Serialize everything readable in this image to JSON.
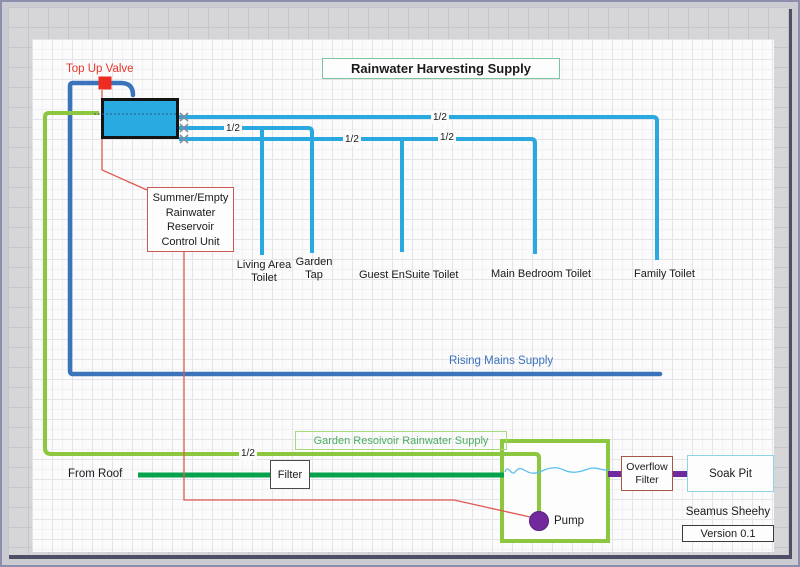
{
  "page": {
    "title": "Rainwater Harvesting Supply",
    "author": "Seamus Sheehy",
    "version": "Version 0.1"
  },
  "labels": {
    "top_up_valve": "Top Up Valve",
    "rising_mains": "Rising Mains Supply",
    "from_roof": "From Roof",
    "garden_supply": "Garden Resoivoir Rainwater Supply",
    "pump": "Pump",
    "filter": "Filter",
    "soak_pit": "Soak Pit",
    "pipe_size": "1/2"
  },
  "control_unit": {
    "line1": "Summer/Empty",
    "line2": "Rainwater",
    "line3": "Reservoir",
    "line4": "Control Unit"
  },
  "overflow_filter": {
    "line1": "Overflow",
    "line2": "Filter"
  },
  "outlets": {
    "living_area": "Living Area Toilet",
    "garden_tap": "Garden Tap",
    "guest_ensuite": "Guest EnSuite Toilet",
    "main_bedroom": "Main Bedroom Toilet",
    "family": "Family Toilet"
  },
  "colors": {
    "rainwater_pipe": "#2aa9e0",
    "mains_pipe": "#3b74ba",
    "roof_pipe": "#06a24c",
    "garden_pipe": "#8dc63f",
    "overflow_pipe": "#71299d",
    "control_wire": "#e05a50",
    "valve": "#ee2b20",
    "tank_fill": "#29abe2",
    "pump": "#71299d"
  }
}
